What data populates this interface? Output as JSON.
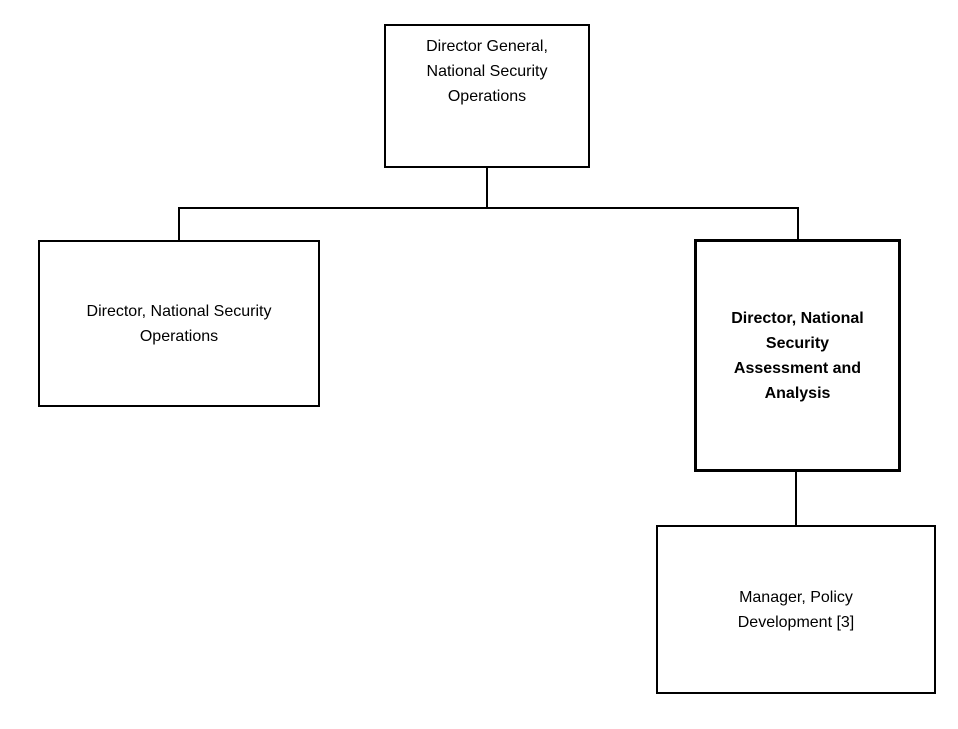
{
  "diagram": {
    "type": "org-chart",
    "background_color": "#ffffff",
    "box_border_color": "#000000",
    "text_color": "#000000",
    "connector_color": "#000000",
    "nodes": [
      {
        "id": "director-general-nso",
        "title": "Director General, National Security Operations",
        "lines": [
          "Director General,",
          "National Security",
          "Operations"
        ],
        "emphasized": false
      },
      {
        "id": "director-nso",
        "title": "Director, National Security Operations",
        "lines": [
          "Director, National Security",
          "Operations"
        ],
        "emphasized": false
      },
      {
        "id": "director-nsaa",
        "title": "Director, National Security Assessment and Analysis",
        "lines": [
          "Director, National",
          "Security",
          "Assessment and",
          "Analysis"
        ],
        "emphasized": true
      },
      {
        "id": "manager-policy-development",
        "title": "Manager, Policy Development [3]",
        "lines": [
          "Manager, Policy",
          "Development [3]"
        ],
        "emphasized": false
      }
    ],
    "edges": [
      {
        "from": "director-general-nso",
        "to": "director-nso"
      },
      {
        "from": "director-general-nso",
        "to": "director-nsaa"
      },
      {
        "from": "director-nsaa",
        "to": "manager-policy-development"
      }
    ]
  }
}
